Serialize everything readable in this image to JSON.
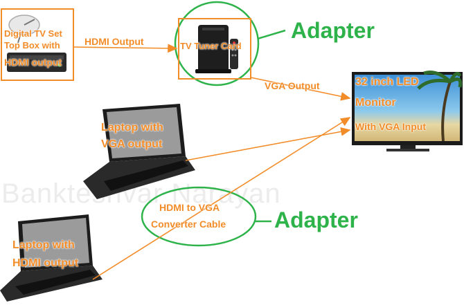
{
  "watermark": "Bankteshvar Narayan",
  "colors": {
    "accent": "#f28c28",
    "adapter": "#2db34a",
    "arrow": "#f28c28"
  },
  "nodes": {
    "set_top_box": {
      "label_line1": "Digital TV Set",
      "label_line2": "Top Box with",
      "label_line3": "HDMI output"
    },
    "tv_tuner": {
      "label": "TV Tuner Card"
    },
    "monitor": {
      "label_line1": "32 inch LED",
      "label_line2": "Monitor",
      "label_line3": "With VGA Input"
    },
    "laptop_vga": {
      "label_line1": "Laptop with",
      "label_line2": "VGA output"
    },
    "laptop_hdmi": {
      "label_line1": "Laptop with",
      "label_line2": "HDMI output"
    },
    "converter": {
      "label_line1": "HDMI to VGA",
      "label_line2": "Converter Cable"
    }
  },
  "edges": {
    "hdmi_output": "HDMI Output",
    "vga_output": "VGA Output"
  },
  "adapters": {
    "top": "Adapter",
    "bottom": "Adapter"
  }
}
